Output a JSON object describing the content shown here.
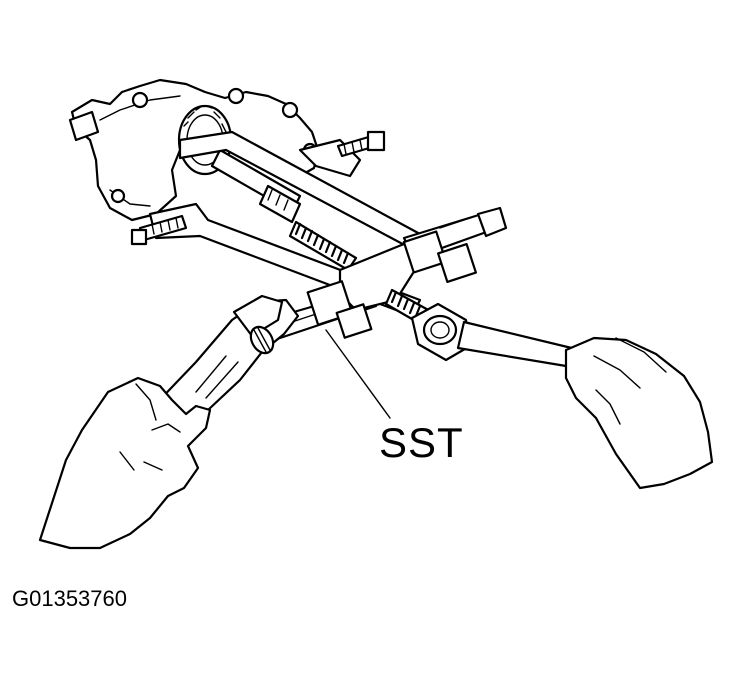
{
  "callout": {
    "label": "SST"
  },
  "figure": {
    "id": "G01353760"
  },
  "illustration": {
    "parts": [
      "transmission-housing",
      "puller-bar",
      "forcing-screw",
      "adjustable-wrench",
      "breaker-bar",
      "left-hand",
      "right-hand"
    ]
  }
}
